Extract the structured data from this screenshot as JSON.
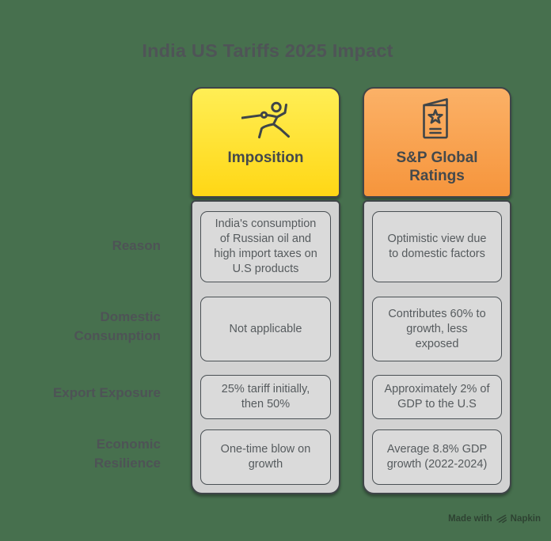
{
  "title": "India US Tariffs 2025 Impact",
  "row_labels": [
    "Reason",
    "Domestic Consumption",
    "Export Exposure",
    "Economic Resilience"
  ],
  "columns": [
    {
      "header": {
        "label": "Imposition",
        "icon": "fencer-icon",
        "gradient_top": "#FFEE55",
        "gradient_bottom": "#FFD715"
      },
      "cells": [
        "India's consumption\nof Russian oil and\nhigh import taxes on\nU.S products",
        "Not applicable",
        "25% tariff initially,\nthen 50%",
        "One-time blow on\ngrowth"
      ]
    },
    {
      "header": {
        "label": "S&P Global\nRatings",
        "icon": "certificate-icon",
        "gradient_top": "#FBB167",
        "gradient_bottom": "#F6953C"
      },
      "cells": [
        "Optimistic view due\nto domestic factors",
        "Contributes 60% to\ngrowth, less\nexposed",
        "Approximately 2% of\nGDP to the U.S",
        "Average 8.8% GDP\ngrowth (2022-2024)"
      ]
    }
  ],
  "watermark": {
    "prefix": "Made with",
    "brand": "Napkin"
  },
  "colors": {
    "background": "#47704E",
    "title_text": "#4F5457",
    "row_label_text": "#4E5356",
    "card_border": "#3F4548",
    "column_body_bg": "#D2D2D2",
    "cell_bg": "#DADADA",
    "cell_border": "#4A5054",
    "cell_text": "#565B5E",
    "header_label_text": "#44494C",
    "icon_stroke": "#3F4548"
  }
}
